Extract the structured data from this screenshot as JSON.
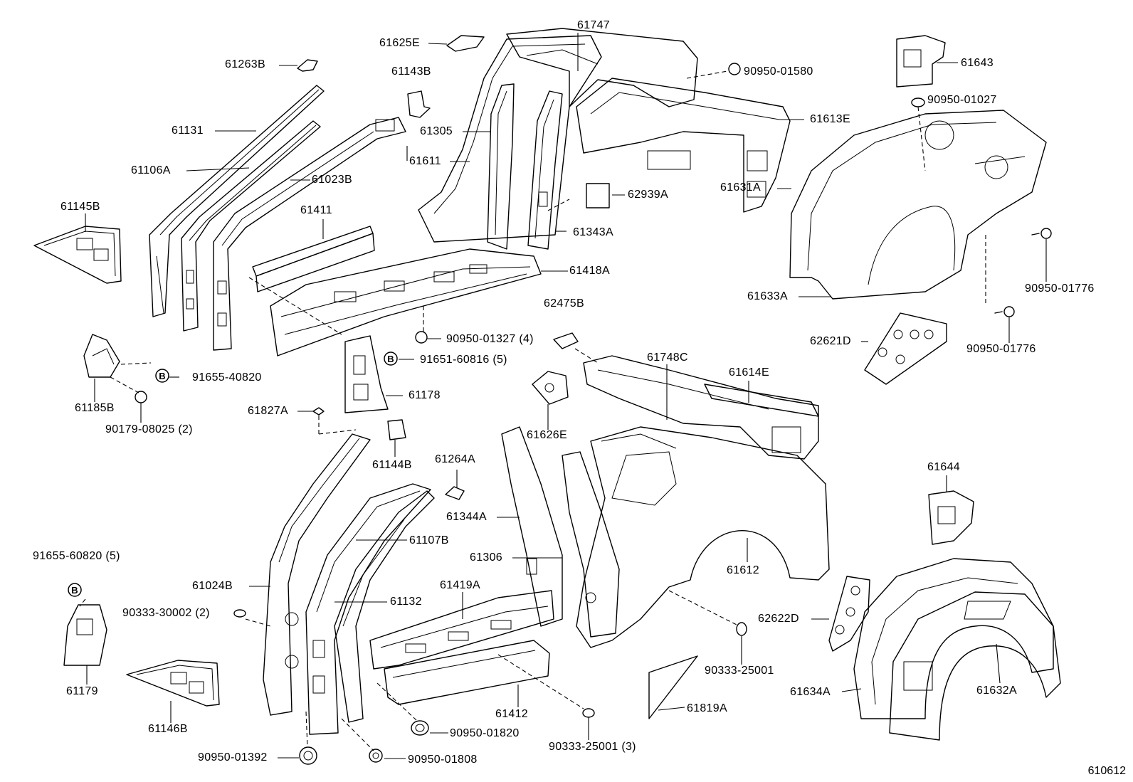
{
  "diagram": {
    "reference_code": "610612",
    "bolt_marker": "B",
    "labels": {
      "p61747": "61747",
      "p61625E": "61625E",
      "p61263B": "61263B",
      "p61143B": "61143B",
      "p61131": "61131",
      "p61305": "61305",
      "p61106A": "61106A",
      "p61611": "61611",
      "p61023B": "61023B",
      "p61145B": "61145B",
      "p61411": "61411",
      "p90950_01580": "90950-01580",
      "p61643": "61643",
      "p90950_01027": "90950-01027",
      "p61613E": "61613E",
      "p62939A": "62939A",
      "p61343A": "61343A",
      "p61418A": "61418A",
      "p61631A": "61631A",
      "p61633A": "61633A",
      "p90950_01776a": "90950-01776",
      "p90950_01776b": "90950-01776",
      "p62475B": "62475B",
      "p90950_01327": "90950-01327 (4)",
      "p91651_60816": "91651-60816 (5)",
      "p91655_40820": "91655-40820",
      "p61185B": "61185B",
      "p90179_08025": "90179-08025 (2)",
      "p61178": "61178",
      "p61748C": "61748C",
      "p61614E": "61614E",
      "p62621D": "62621D",
      "p61827A": "61827A",
      "p61626E": "61626E",
      "p61144B": "61144B",
      "p61264A": "61264A",
      "p61644": "61644",
      "p61344A": "61344A",
      "p61107B": "61107B",
      "p91655_60820": "91655-60820 (5)",
      "p61306": "61306",
      "p61612": "61612",
      "p61024B": "61024B",
      "p61419A": "61419A",
      "p90333_30002": "90333-30002 (2)",
      "p61132": "61132",
      "p62622D": "62622D",
      "p61179": "61179",
      "p90333_25001a": "90333-25001",
      "p61634A": "61634A",
      "p61632A": "61632A",
      "p61412": "61412",
      "p61819A": "61819A",
      "p61146B": "61146B",
      "p90950_01820": "90950-01820",
      "p90333_25001b": "90333-25001 (3)",
      "p90950_01392": "90950-01392",
      "p90950_01808": "90950-01808"
    }
  }
}
